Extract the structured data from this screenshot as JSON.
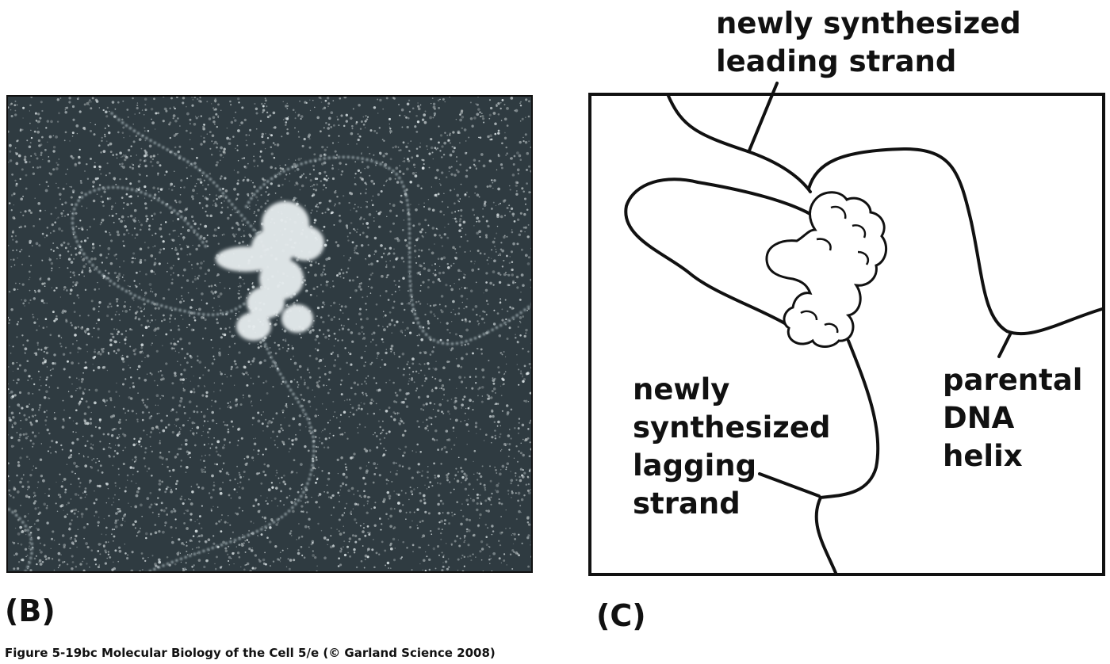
{
  "panel_b": {
    "label": "(B)"
  },
  "panel_c": {
    "label": "(C)",
    "leading_strand": [
      "newly synthesized",
      "leading strand"
    ],
    "lagging_strand": [
      "newly",
      "synthesized",
      "lagging",
      "strand"
    ],
    "parental_helix": [
      "parental",
      "DNA",
      "helix"
    ]
  },
  "caption": "Figure 5-19bc  Molecular Biology of the Cell 5/e (© Garland Science 2008)"
}
